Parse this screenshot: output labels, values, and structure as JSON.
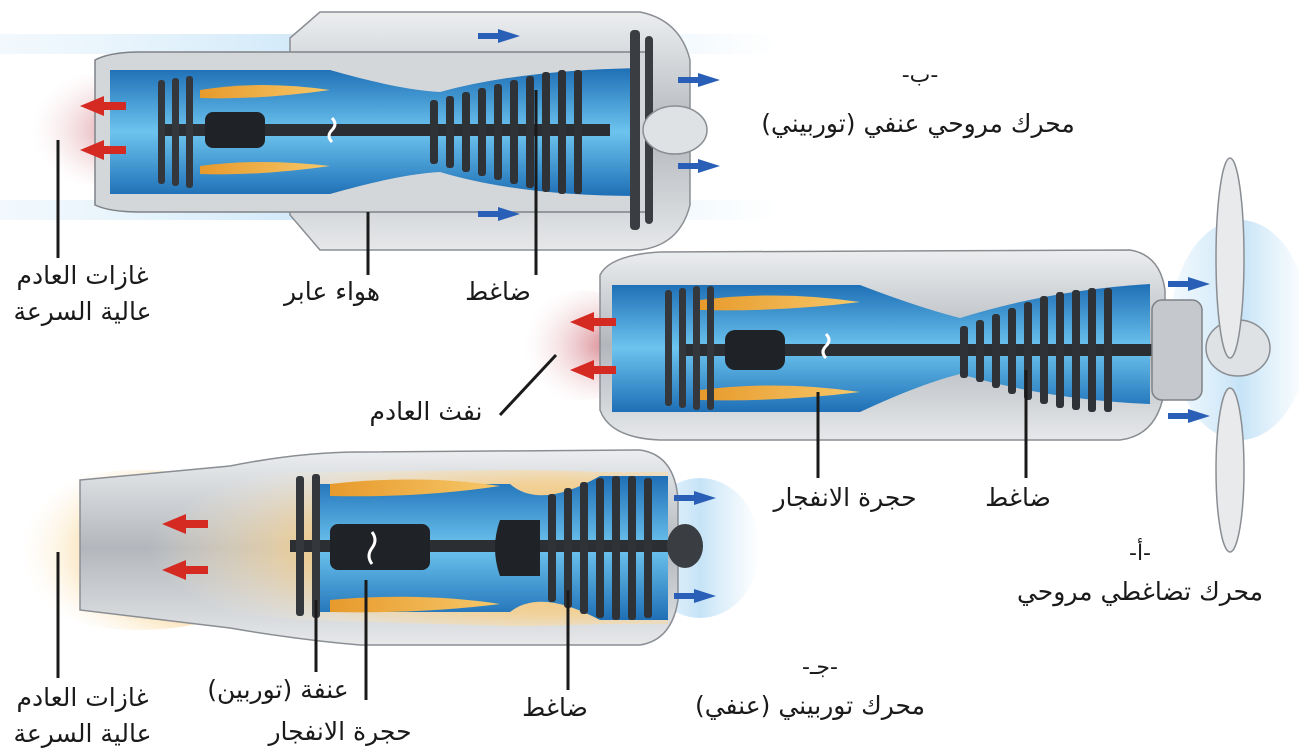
{
  "engines": {
    "a": {
      "letter": "-أ-",
      "title": "محرك تضاغطي مروحي",
      "labels": {
        "compressor": "ضاغط",
        "combustion": "حجرة الانفجار",
        "exhaust": "نفث العادم"
      }
    },
    "b": {
      "letter": "-ب-",
      "title": "محرك مروحي عنفي (توربيني)",
      "labels": {
        "exhaust_line1": "غازات العادم",
        "exhaust_line2": "عالية السرعة",
        "bypass": "هواء عابر",
        "compressor": "ضاغط"
      }
    },
    "c": {
      "letter": "-جـ-",
      "title": "محرك توربيني (عنفي)",
      "labels": {
        "exhaust_line1": "غازات العادم",
        "exhaust_line2": "عالية السرعة",
        "turbine": "عنفة (توربين)",
        "combustion": "حجرة الانفجار",
        "compressor": "ضاغط"
      }
    }
  },
  "colors": {
    "intake_arrow": "#2a5fb8",
    "exhaust_arrow": "#d42a22",
    "casing": "#b9bcc0",
    "core_blue": "#3b8fd0",
    "flame": "#f0b040"
  }
}
